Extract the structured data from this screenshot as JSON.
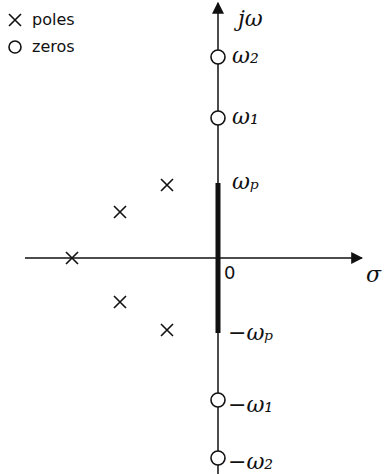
{
  "diagram": {
    "labels": [
      "jω",
      "ω₂",
      "ω₁",
      "ωₚ",
      "0",
      "σ",
      "−ωₚ",
      "−ω₁",
      "−ω₂"
    ],
    "legend": [
      {
        "text": "poles"
      },
      {
        "text": "zeros"
      }
    ]
  }
}
